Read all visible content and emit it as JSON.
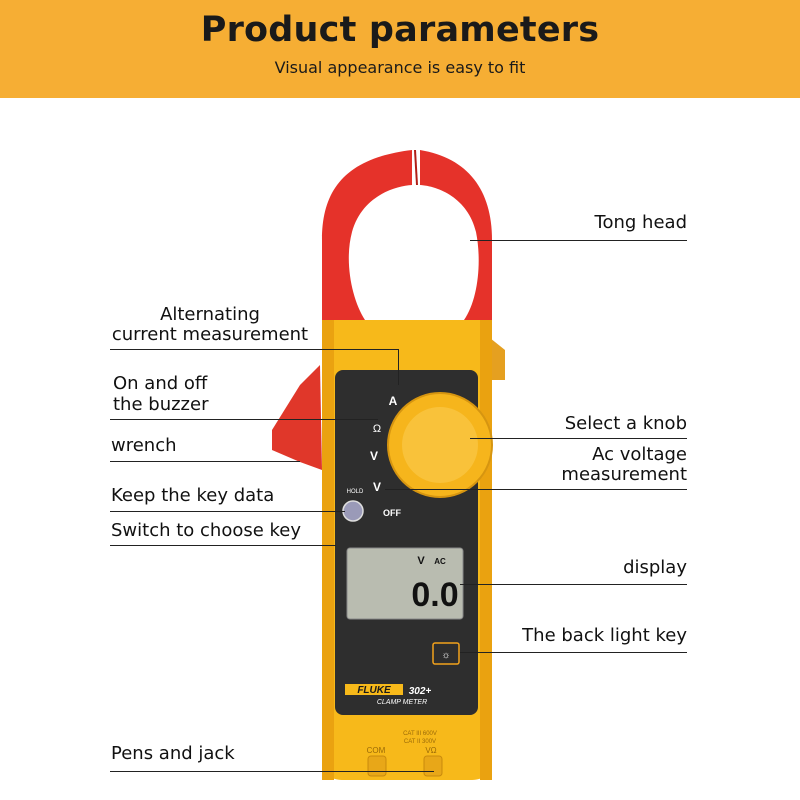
{
  "banner": {
    "title": "Product parameters",
    "subtitle": "Visual appearance is easy to fit"
  },
  "labels": {
    "tong_head": "Tong head",
    "ac_current_line1": "Alternating",
    "ac_current_line2": "current measurement",
    "buzzer_line1": "On and off",
    "buzzer_line2": "the buzzer",
    "wrench": "wrench",
    "keep_data": "Keep the key data",
    "switch_key": "Switch to choose key",
    "select_knob": "Select a knob",
    "ac_voltage_line1": "Ac voltage",
    "ac_voltage_line2": "measurement",
    "display": "display",
    "backlight": "The back light key",
    "pens_jack": "Pens and jack"
  },
  "meter": {
    "dial_a": "A",
    "dial_ohm": "Ω",
    "dial_v": "V",
    "dial_vac": "V",
    "hold": "HOLD",
    "off": "OFF",
    "lcd_unit": "V",
    "lcd_mode": "AC",
    "lcd_reading": "0.0",
    "brand": "FLUKE",
    "model": "302+",
    "product": "CLAMP METER",
    "jack_left": "COM",
    "jack_right": "VΩ",
    "cat1": "CAT III 600V",
    "cat2": "CAT II 300V"
  },
  "colors": {
    "banner": "#f6ae34",
    "body_yellow": "#f7b91a",
    "jaw_red": "#e5322a",
    "panel_dark": "#2e2e2e",
    "lcd": "#b9bcb0"
  }
}
